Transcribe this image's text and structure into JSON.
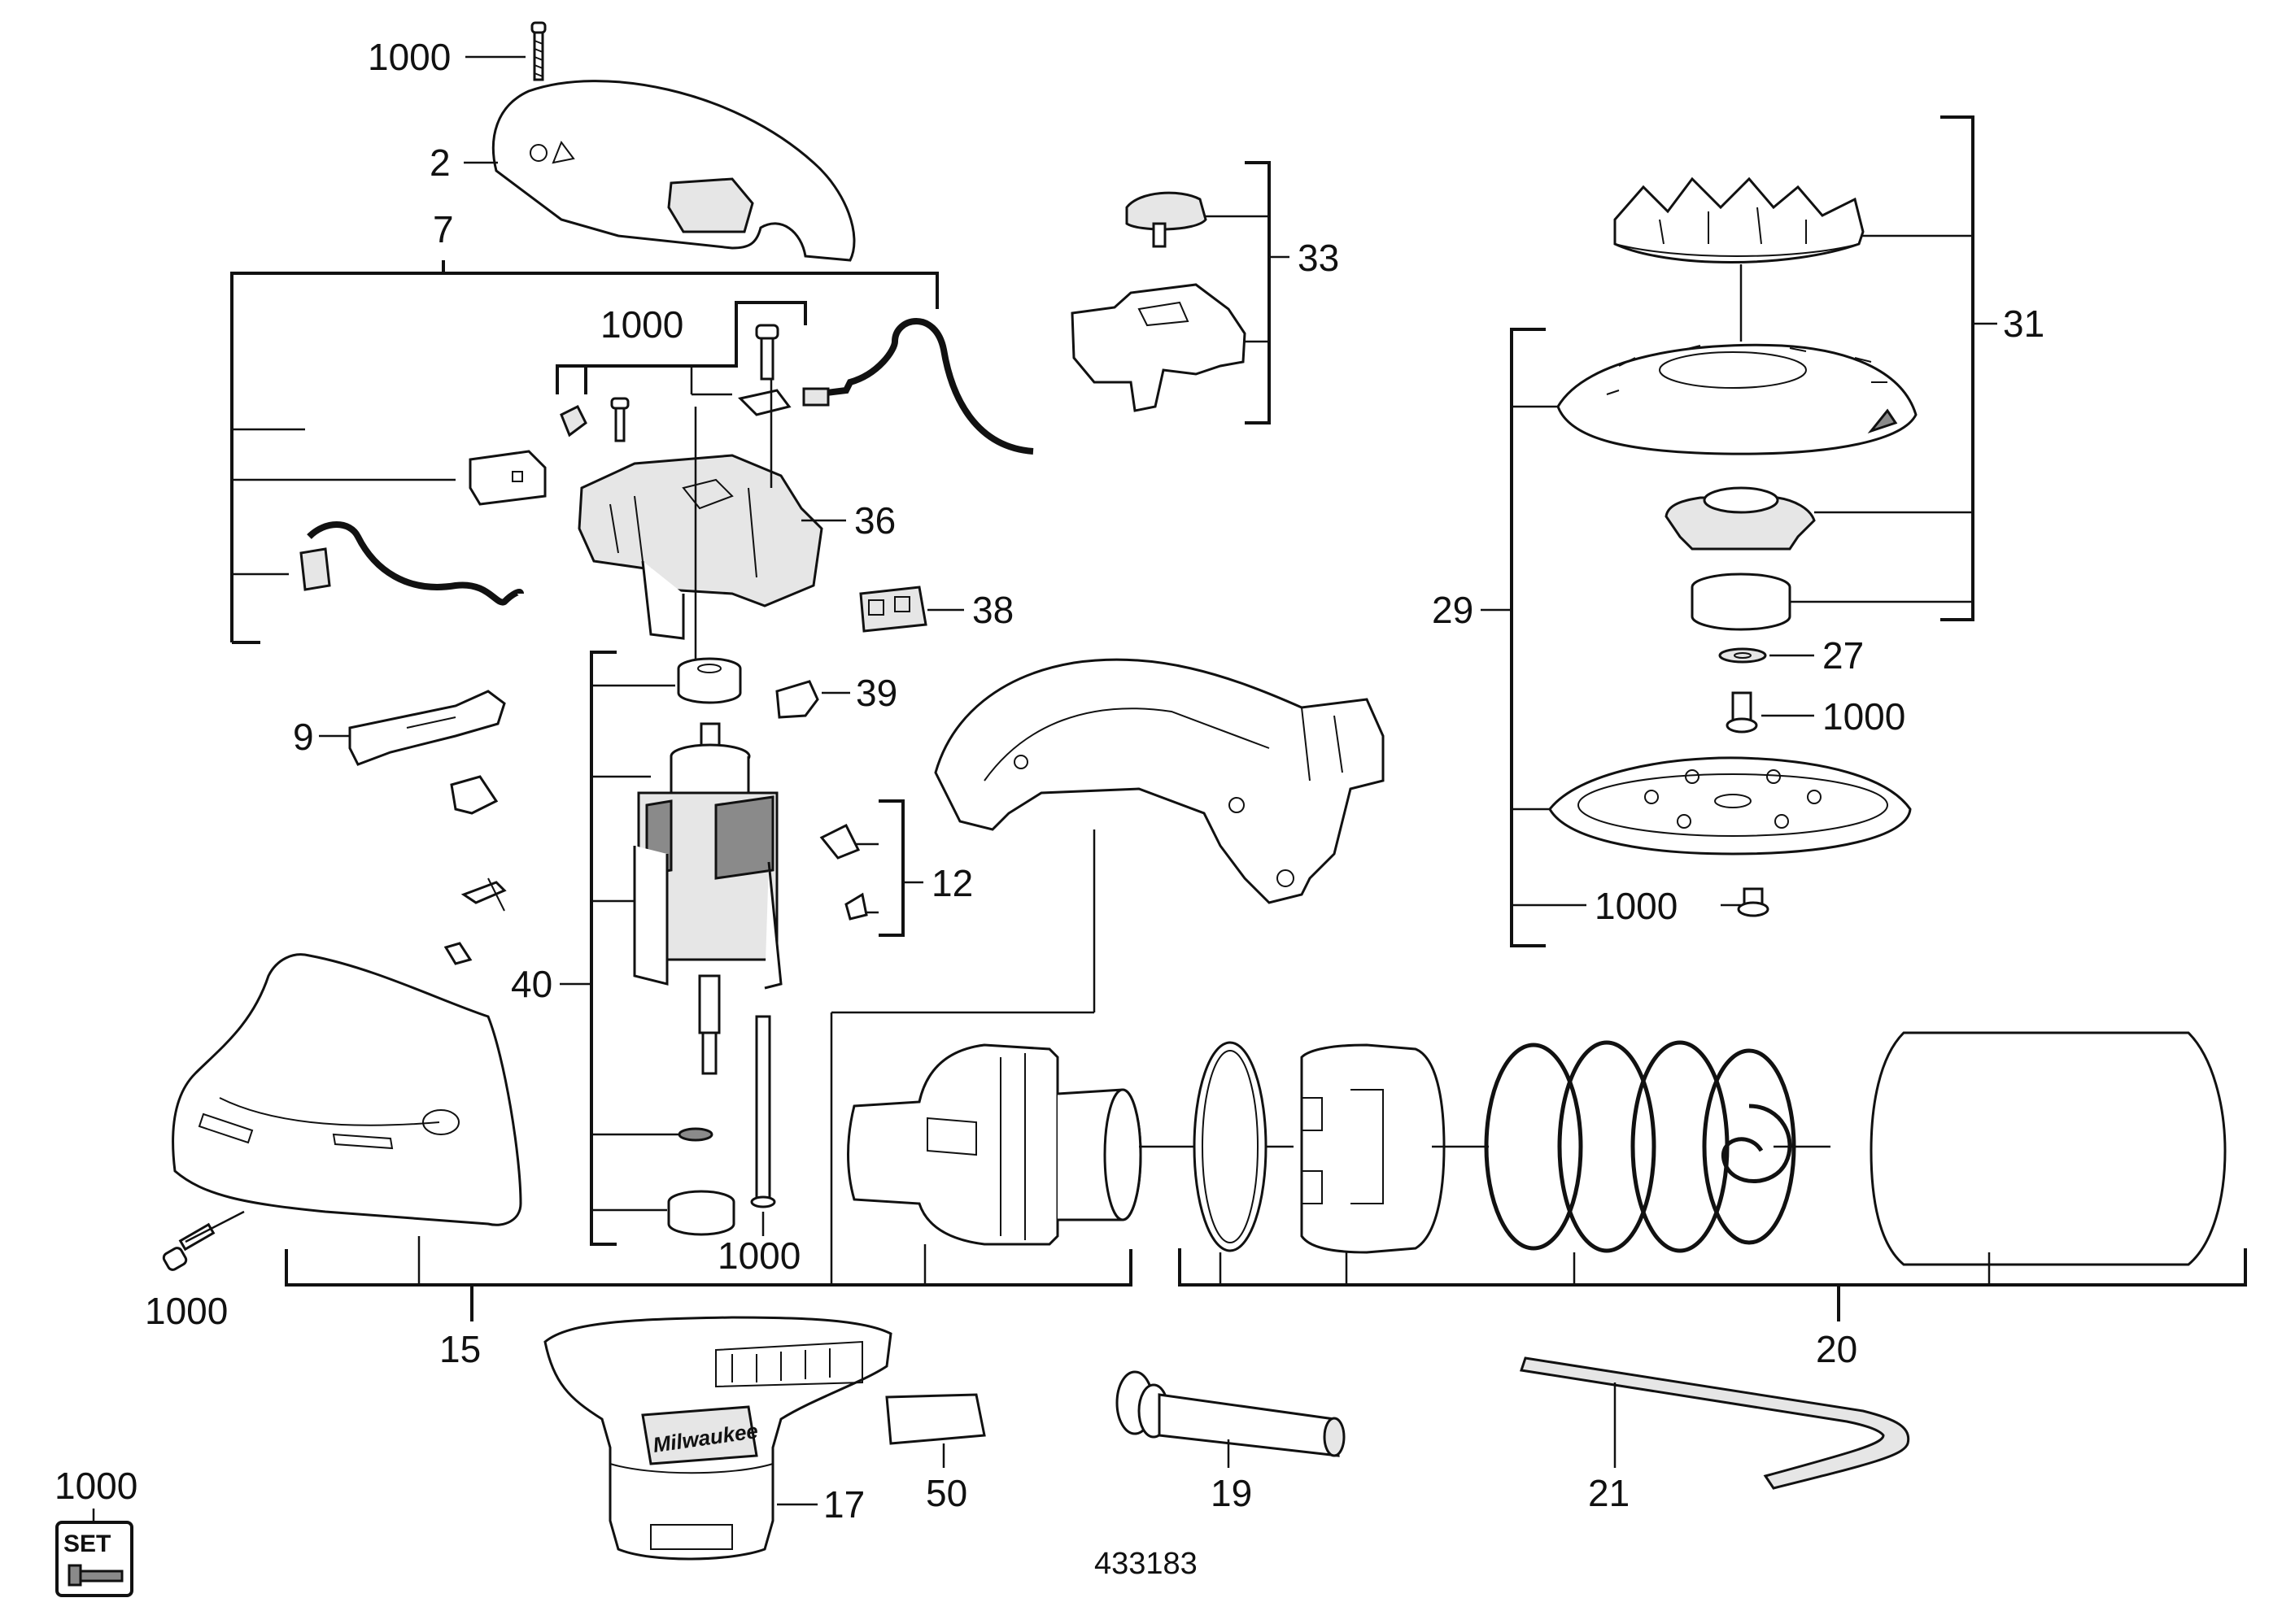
{
  "labels": {
    "l1000_top": "1000",
    "l2": "2",
    "l7": "7",
    "l1000_b7": "1000",
    "l36": "36",
    "l38": "38",
    "l39": "39",
    "l9": "9",
    "l12": "12",
    "l40": "40",
    "l1000_armature": "1000",
    "l1000_housing": "1000",
    "l15": "15",
    "l33": "33",
    "l31": "31",
    "l29": "29",
    "l27": "27",
    "l1000_pad": "1000",
    "l1000_padscrew": "1000",
    "l20": "20",
    "l17": "17",
    "l50": "50",
    "l19": "19",
    "l21": "21",
    "l1000_set": "1000",
    "set_badge": "SET",
    "brand": "Milwaukee",
    "drawing_no": "433183"
  }
}
